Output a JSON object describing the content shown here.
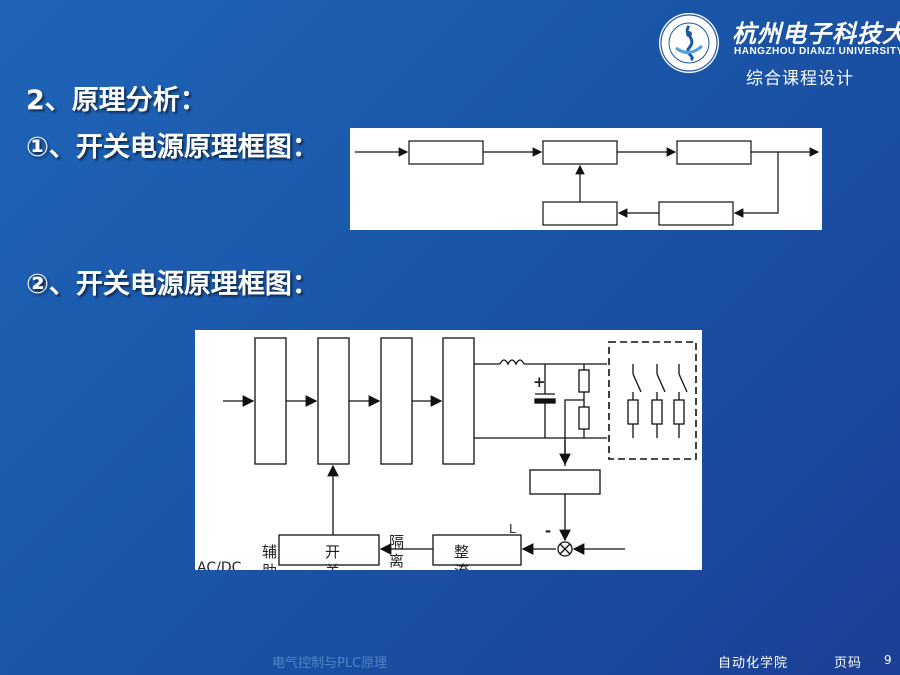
{
  "header": {
    "university_cn": "杭州电子科技大学",
    "university_en": "HANGZHOU DIANZI UNIVERSITY",
    "course": "综合课程设计"
  },
  "content": {
    "section_title": "2、原理分析：",
    "subtitle_1": "①、开关电源原理框图：",
    "subtitle_2": "②、开关电源原理框图："
  },
  "diagram2_labels": {
    "acdc": "AC/DC",
    "aux": "辅\n助",
    "switch": "开\n关",
    "isolation": "隔\n离",
    "rectifier": "整\n流",
    "l_mark": "L",
    "minus": "-",
    "plus": "+"
  },
  "footer": {
    "left_text": "电气控制与PLC原理",
    "department": "自动化学院",
    "page_label": "页码",
    "page_number": "9"
  },
  "colors": {
    "background_top": "#1f64b8",
    "background_bottom": "#1b3f95",
    "title_text": "#ffffff",
    "footer_faint": "#4f86c6"
  }
}
